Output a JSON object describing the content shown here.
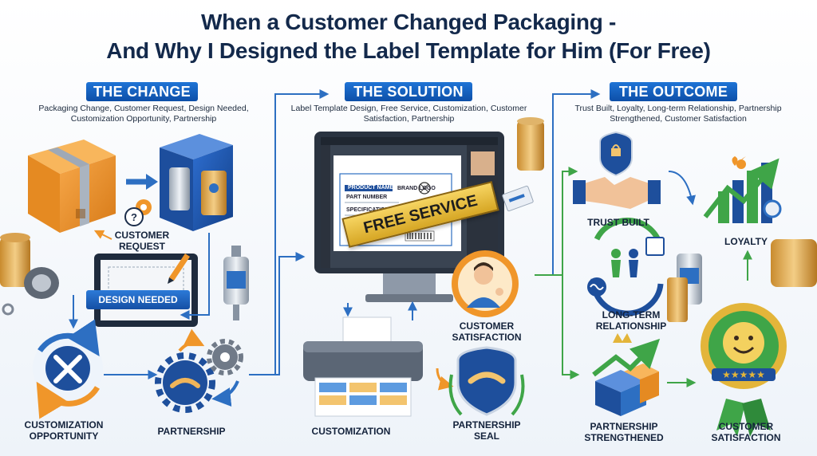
{
  "title": {
    "line1": "When a Customer Changed Packaging -",
    "line2": "And Why I Designed the Label Template for Him (For Free)"
  },
  "change": {
    "heading": "THE CHANGE",
    "keywords": "Packaging Change, Customer Request, Design Needed, Customization Opportunity, Partnership",
    "customer_request": "CUSTOMER REQUEST",
    "design_needed": "DESIGN NEEDED",
    "customization_opportunity": "CUSTOMIZATION OPPORTUNITY",
    "partnership": "PARTNERSHIP"
  },
  "solution": {
    "heading": "THE SOLUTION",
    "keywords": "Label Template Design, Free Service, Customization, Customer Satisfaction, Partnership",
    "free_service": "FREE SERVICE",
    "label_product_name": "PRODUCT NAME",
    "label_brand_logo": "BRAND LOGO",
    "label_part_number": "PART NUMBER",
    "label_specifications": "SPECIFICATIONS",
    "customer_satisfaction": "CUSTOMER SATISFACTION",
    "customization": "CUSTOMIZATION",
    "partnership_seal": "PARTNERSHIP SEAL"
  },
  "outcome": {
    "heading": "THE OUTCOME",
    "keywords": "Trust Built, Loyalty, Long-term Relationship, Partnership Strengthened, Customer Satisfaction",
    "trust_built": "TRUST BUILT",
    "loyalty": "LOYALTY",
    "long_term": "LONG-TERM RELATIONSHIP",
    "partnership_strengthened": "PARTNERSHIP STRENGTHENED",
    "customer_satisfaction": "CUSTOMER SATISFACTION"
  },
  "colors": {
    "navy": "#13294b",
    "blue": "#1f74d6",
    "orange": "#f0962a",
    "green": "#3fa548",
    "gold": "#e3b53a"
  }
}
